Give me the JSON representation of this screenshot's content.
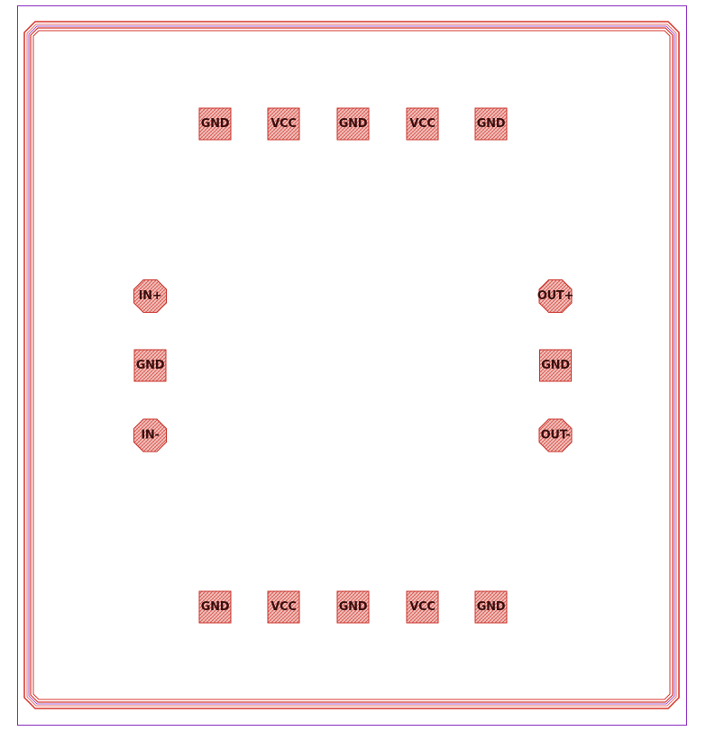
{
  "colors": {
    "die_outline": "#8a2dbf",
    "seal_ring": "#d7342b",
    "seal_inner": "#e8736a",
    "pad_fill": "#f2c4c0",
    "pad_hatch": "#d9544b",
    "pad_stroke": "#c8322a",
    "label": "#3a0e0e"
  },
  "pads": {
    "top": [
      {
        "label": "GND",
        "shape": "square"
      },
      {
        "label": "VCC",
        "shape": "square"
      },
      {
        "label": "GND",
        "shape": "square"
      },
      {
        "label": "VCC",
        "shape": "square"
      },
      {
        "label": "GND",
        "shape": "square"
      }
    ],
    "bottom": [
      {
        "label": "GND",
        "shape": "square"
      },
      {
        "label": "VCC",
        "shape": "square"
      },
      {
        "label": "GND",
        "shape": "square"
      },
      {
        "label": "VCC",
        "shape": "square"
      },
      {
        "label": "GND",
        "shape": "square"
      }
    ],
    "left": [
      {
        "label": "IN+",
        "shape": "octagon"
      },
      {
        "label": "GND",
        "shape": "square"
      },
      {
        "label": "IN-",
        "shape": "octagon"
      }
    ],
    "right": [
      {
        "label": "OUT+",
        "shape": "octagon"
      },
      {
        "label": "GND",
        "shape": "square"
      },
      {
        "label": "OUT-",
        "shape": "octagon"
      }
    ]
  }
}
